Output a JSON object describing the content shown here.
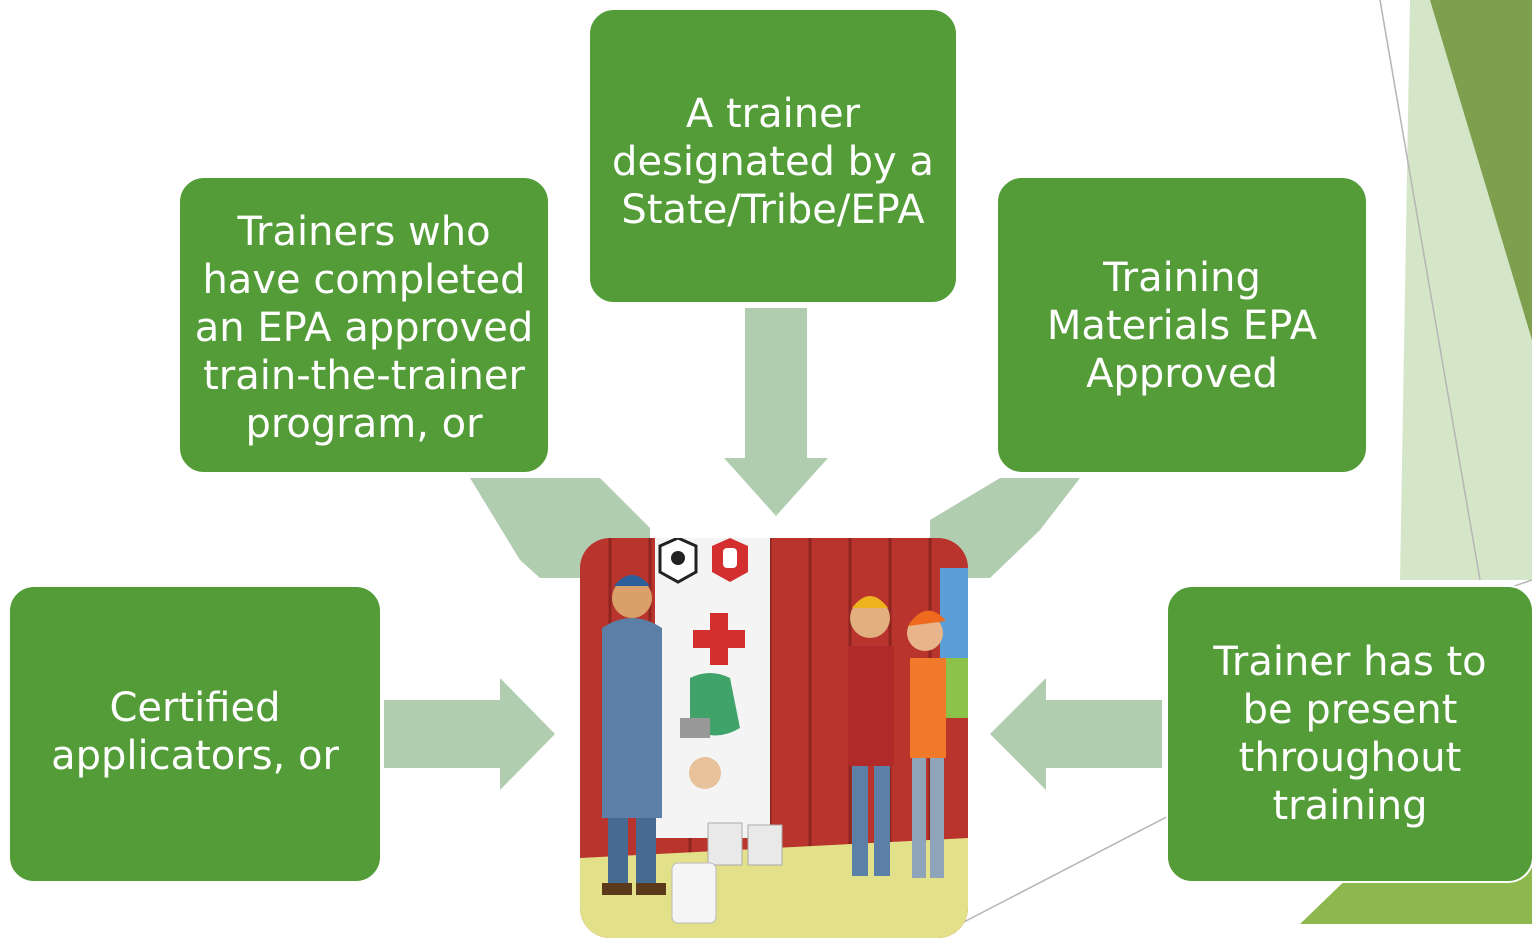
{
  "diagram": {
    "boxes": {
      "top": "A trainer\ndesignated by a\nState/Tribe/EPA",
      "left": "Trainers who\nhave completed\nan EPA approved\ntrain-the-trainer\nprogram, or",
      "right": "Training\nMaterials EPA\nApproved",
      "bottom_left": "Certified\napplicators, or",
      "bottom_right": "Trainer has to\nbe present\nthroughout\ntraining"
    },
    "colors": {
      "box_fill": "#539c38",
      "arrow_fill": "#b0cdb0",
      "accent_dark": "#7e9f4e",
      "accent_light": "#d5e6c8",
      "barn_red": "#c0392b"
    },
    "center_image": "training-scene-illustration"
  }
}
